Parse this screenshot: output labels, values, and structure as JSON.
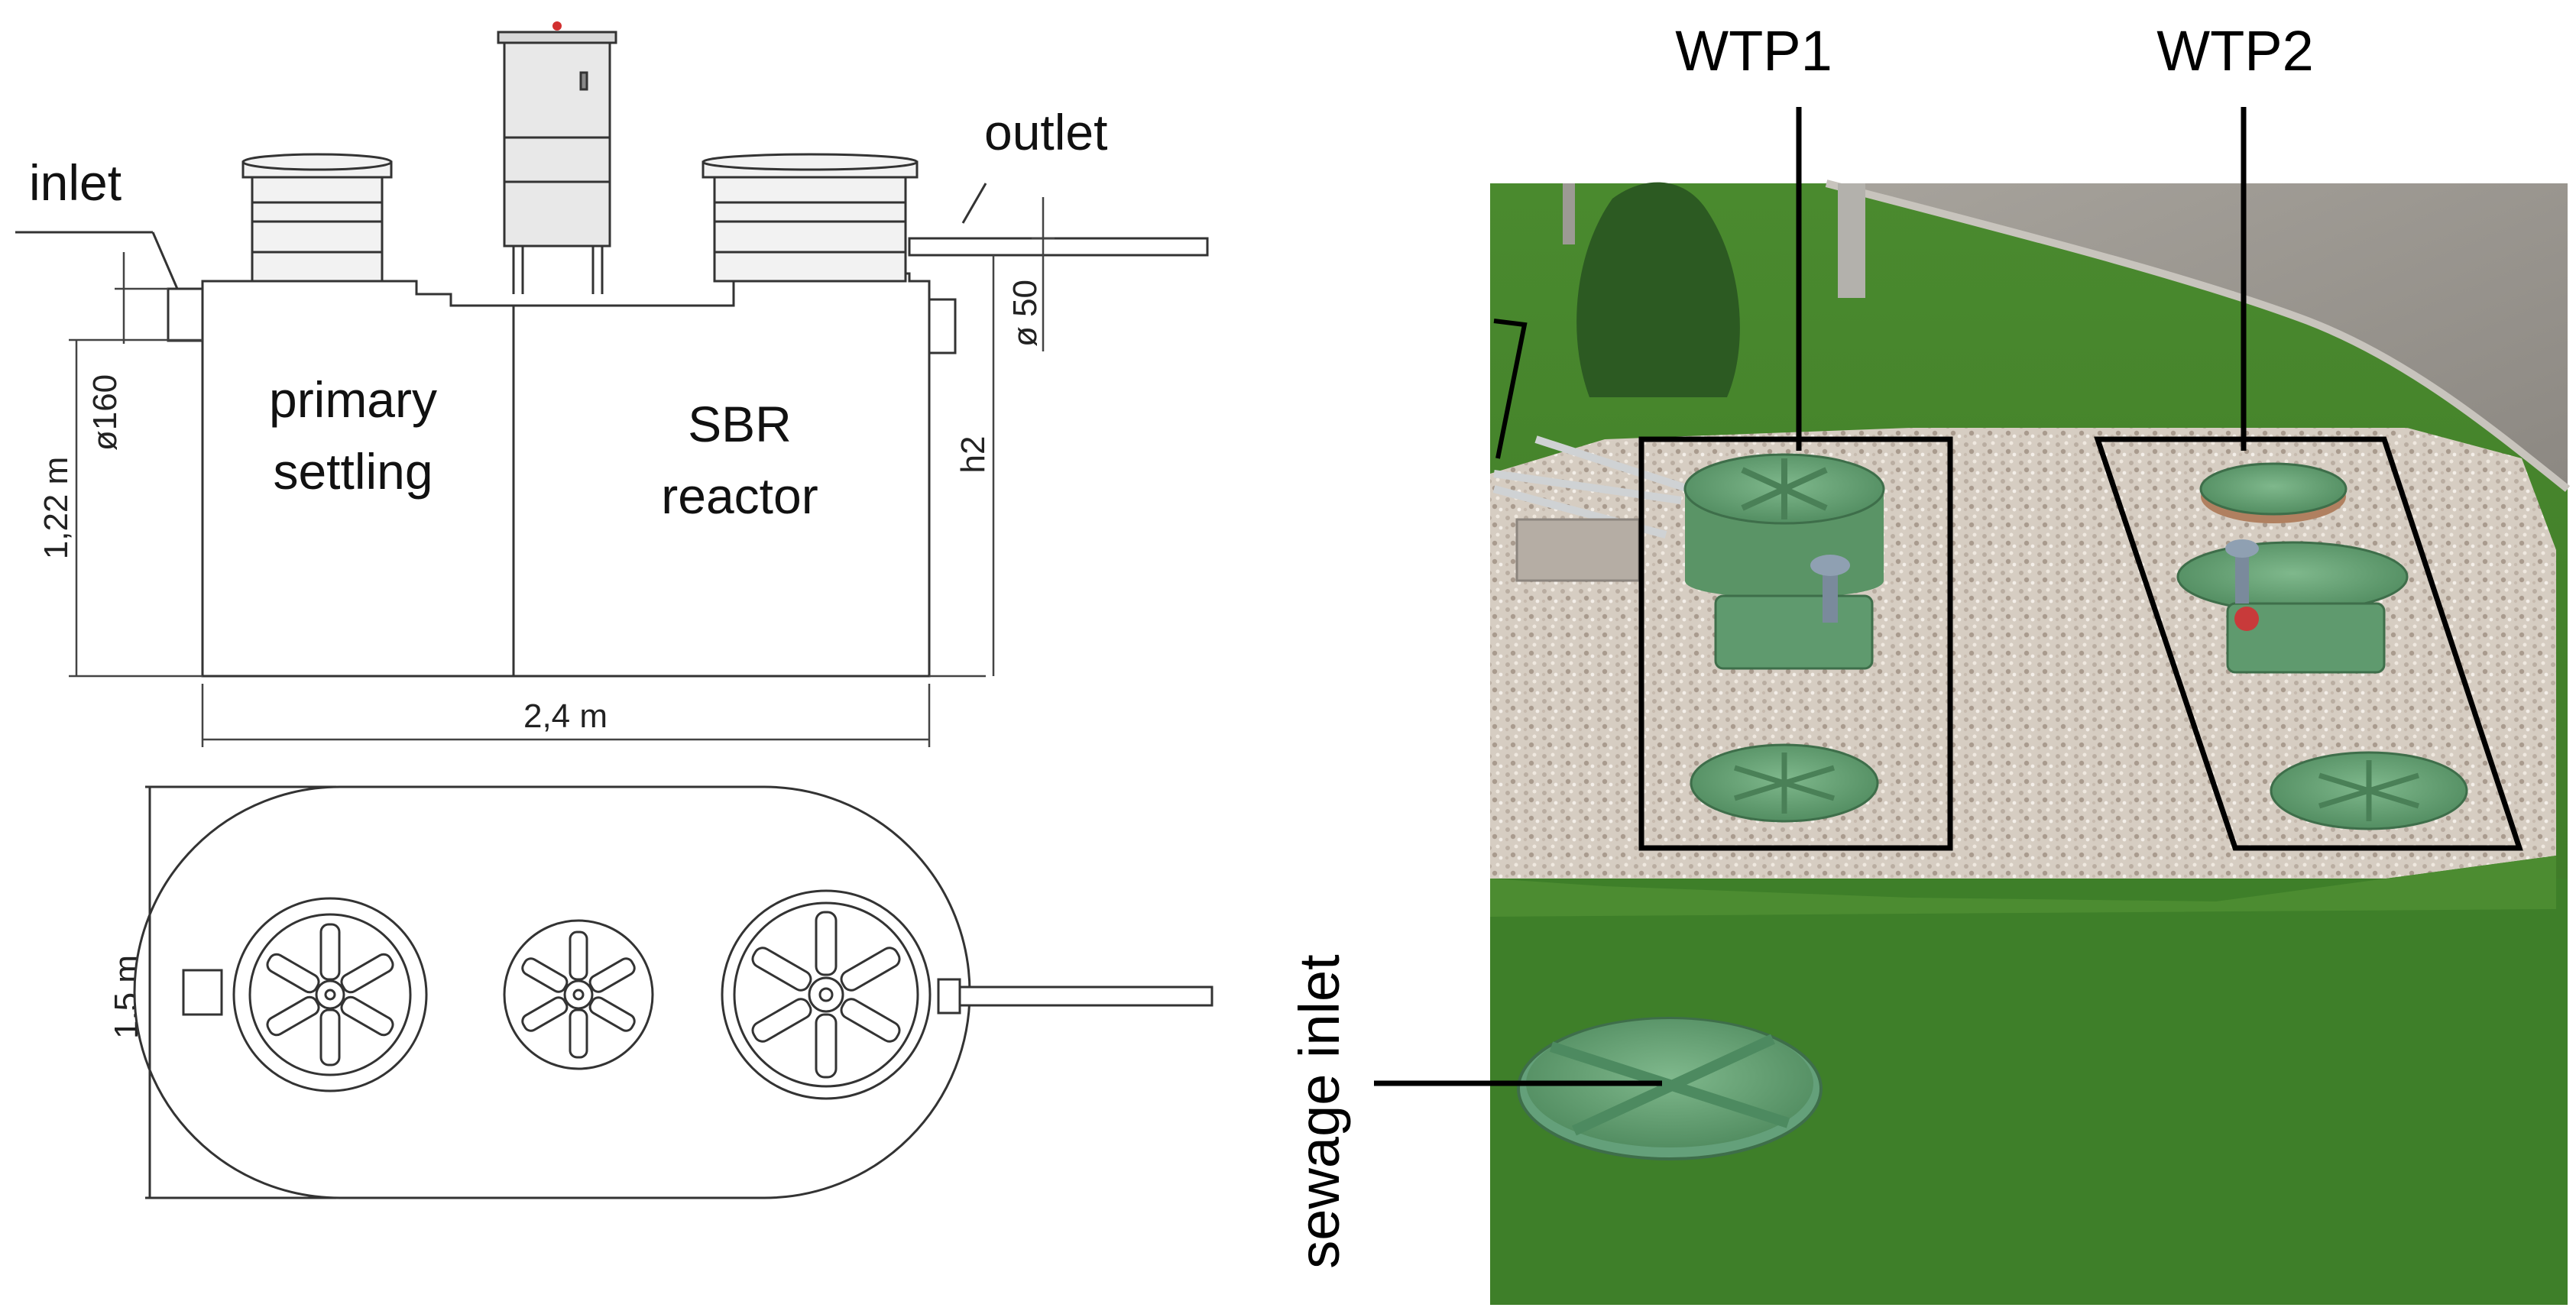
{
  "drawing": {
    "labels": {
      "inlet": "inlet",
      "outlet": "outlet",
      "primary_line1": "primary",
      "primary_line2": "settling",
      "sbr_line1": "SBR",
      "sbr_line2": "reactor"
    },
    "dimensions": {
      "height": "1,22 m",
      "width": "2,4 m",
      "plan_width": "1,5 m",
      "inlet_pipe": "ø160",
      "outlet_pipe": "ø 50",
      "h2": "h2"
    }
  },
  "photo": {
    "labels": {
      "wtp1": "WTP1",
      "wtp2": "WTP2",
      "sewage_inlet": "sewage inlet"
    },
    "colors": {
      "grass": "#3f7f2a",
      "gravel": "#d8d0c6",
      "road": "#9a9690",
      "tank_green": "#5f9a6e"
    }
  }
}
